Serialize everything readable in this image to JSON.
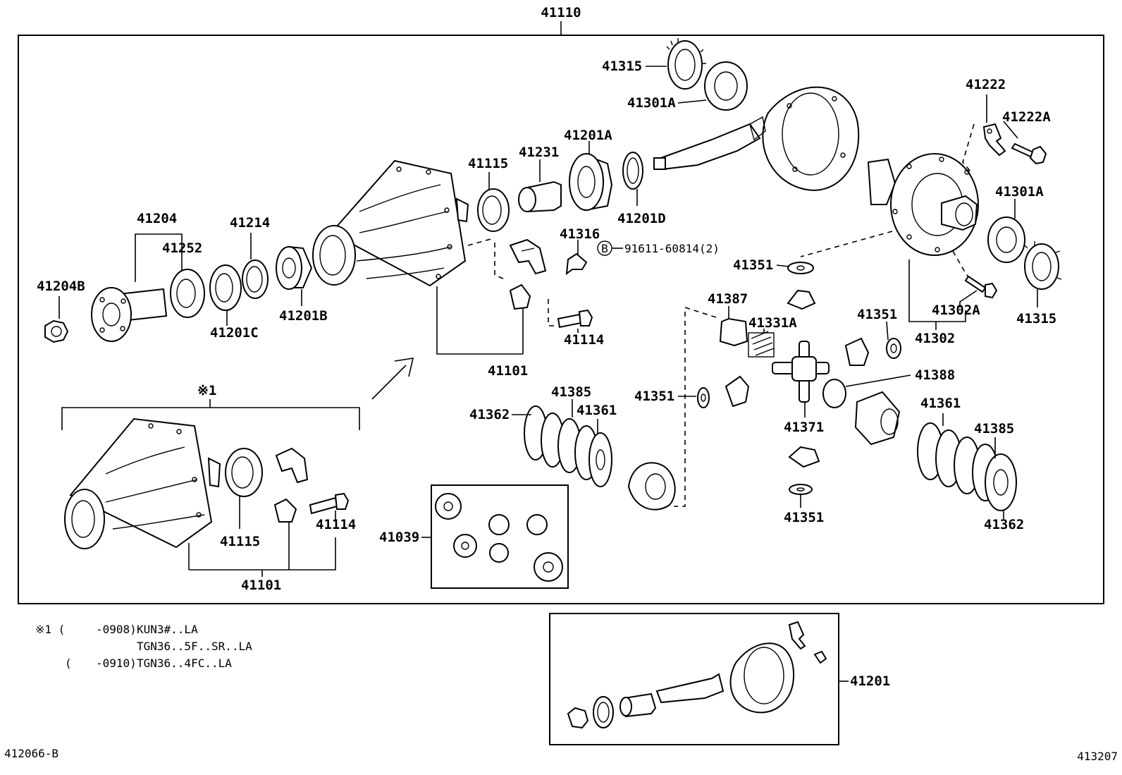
{
  "labels": {
    "assembly": "41110",
    "companion_flange": "41204",
    "flange_nut": "41204B",
    "oil_seal_rear": "41252",
    "spacer": "41214",
    "bearing_inner": "41201C",
    "bearing_front": "41201B",
    "oil_seal": "41115",
    "bearing_spacer": "41231",
    "bearing_rear": "41201A",
    "shim_washer": "41201D",
    "carrier_ring_top": "41315",
    "carrier_bearing_top": "41301A",
    "lock_plate": "41222",
    "lock_bolt": "41222A",
    "carrier_bearing_right": "41301A",
    "adjusting_nut_right": "41315",
    "ring_gear_bolt": "41302A",
    "case_sub": "41302",
    "carrier_cap_lock": "41316",
    "bolt_ref": "91611-60814(2)",
    "bolt_ref_marker": "B",
    "bearing_cap_bolt": "41114",
    "carrier_sub": "41101",
    "thrust_washer_top": "41351",
    "pinion_shaft_pin": "41387",
    "spring": "41331A",
    "thrust_washer_mid": "41351",
    "side_gear_right": "41388",
    "thrust_washer_left": "41351",
    "spider": "41371",
    "thrust_washer_bottom": "41351",
    "clutch_plate_left": "41362",
    "clutch_disc_left": "41385",
    "clutch_pack_left": "41361",
    "clutch_pack_right": "41361",
    "clutch_disc_right": "41385",
    "clutch_plate_right": "41362",
    "gear_kit": "41039",
    "variant_marker": "※1",
    "variant_seal": "41115",
    "variant_bolt": "41114",
    "variant_carrier": "41101",
    "gear_set": "41201"
  },
  "notes": [
    {
      "prefix": "※1 (",
      "range": "-0908)",
      "models": "KUN3#..LA"
    },
    {
      "prefix": "",
      "range": "",
      "models": "TGN36..5F..SR..LA"
    },
    {
      "prefix": "(",
      "range": "-0910)",
      "models": "TGN36..4FC..LA"
    }
  ],
  "footer": {
    "left_code": "412066-B",
    "right_code": "413207"
  }
}
